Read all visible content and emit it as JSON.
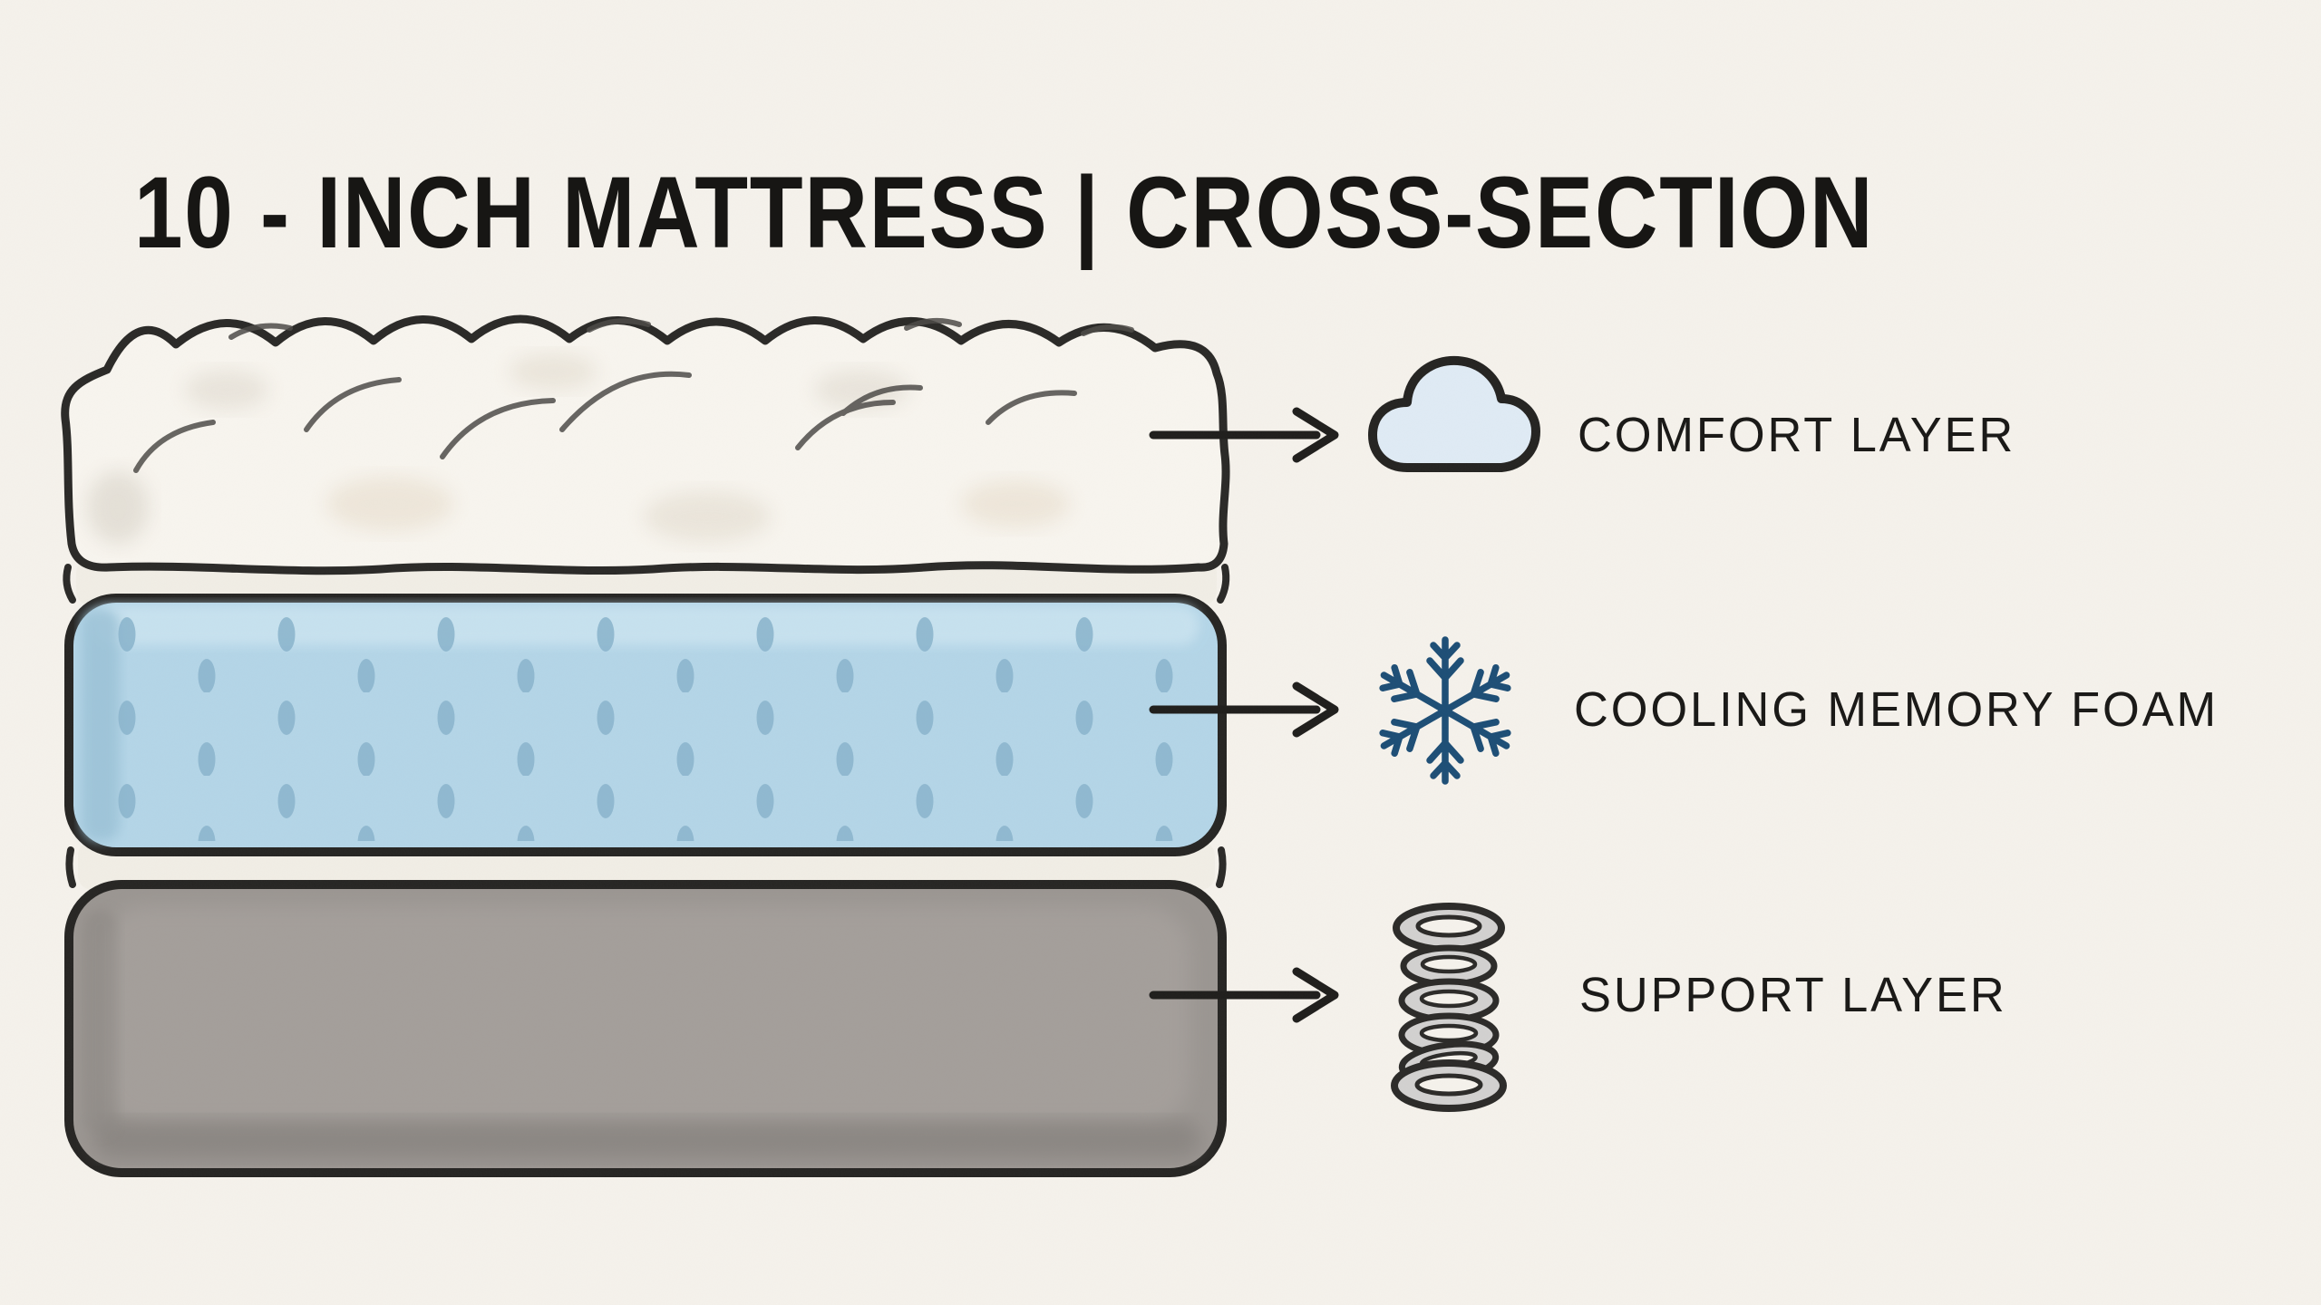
{
  "title": "10 - INCH MATTRESS | CROSS-SECTION",
  "annotations": [
    {
      "id": "comfort",
      "icon": "cloud-icon",
      "label": "COMFORT LAYER"
    },
    {
      "id": "cooling",
      "icon": "snowflake-icon",
      "label": "COOLING MEMORY FOAM"
    },
    {
      "id": "support",
      "icon": "coil-spring-icon",
      "label": "SUPPORT LAYER"
    }
  ],
  "diagram": {
    "subject": "10-inch mattress cross-section",
    "layers": [
      {
        "name": "comfort-layer",
        "appearance": "white fluffy pillow-top"
      },
      {
        "name": "cooling-memory-foam",
        "appearance": "light blue foam with perforation dots"
      },
      {
        "name": "support-layer",
        "appearance": "solid gray foam base"
      }
    ]
  },
  "colors": {
    "background": "#f5f2ec",
    "outline": "#2a2927",
    "comfort_fill": "#f8f5ef",
    "band_fill": "#f1eee6",
    "foam_fill": "#b4d6e8",
    "foam_highlight": "#c9e3f0",
    "foam_dot": "#8cb6cf",
    "foam_shade": "#9cc3d8",
    "support_fill": "#9b9692",
    "support_light": "#a7a29e",
    "support_shade": "#827e7a",
    "cloud_fill": "#e0ebf5",
    "snowflake_stroke": "#1d4e76",
    "spring_fill": "#d2d1d0",
    "arrow_color": "#1f1e1c",
    "text_color": "#1b1a18"
  }
}
